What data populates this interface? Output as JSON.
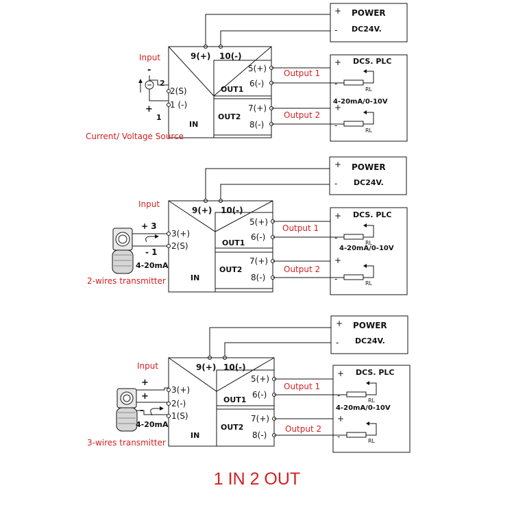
{
  "power": {
    "plus": "+",
    "minus": "-",
    "label": "POWER",
    "voltage": "DC24V."
  },
  "module": {
    "supply_plus": "9(+)",
    "supply_minus": "10(-)",
    "in_label": "IN",
    "out1": {
      "label": "OUT1",
      "plus": "5(+)",
      "minus": "6(-)"
    },
    "out2": {
      "label": "OUT2",
      "plus": "7(+)",
      "minus": "8(-)"
    }
  },
  "load": {
    "title": "DCS. PLC",
    "plus": "+",
    "minus": "-",
    "range_a": "4-20mA/0-10V",
    "range_b": "4-20mA/0-10V",
    "resistor": "RL",
    "output1": "Output 1",
    "output2": "Output 2"
  },
  "input_label": "Input",
  "source": {
    "caption": "Current/ Voltage Source",
    "minus": "-",
    "plus": "+",
    "term_top": "2",
    "term_bottom": "1",
    "pin_s": "2(S)",
    "pin_minus": "1 (-)"
  },
  "two_wire": {
    "caption": "2-wires transmitter",
    "plus_mark": "+ 3",
    "minus_mark": "- 1",
    "pin_plus": "3(+)",
    "pin_s": "2(S)",
    "current": "4-20mA"
  },
  "three_wire": {
    "caption": "3-wires transmitter",
    "plus_a": "+",
    "plus_b": "+",
    "minus": "-",
    "pin_plus": "3(+)",
    "pin_minus": "2(-)",
    "pin_s": "1(S)",
    "current": "4-20mA"
  },
  "footer_title": "1 IN 2 OUT",
  "colors": {
    "accent_red": "#d42020",
    "line": "#1a1a1a"
  }
}
